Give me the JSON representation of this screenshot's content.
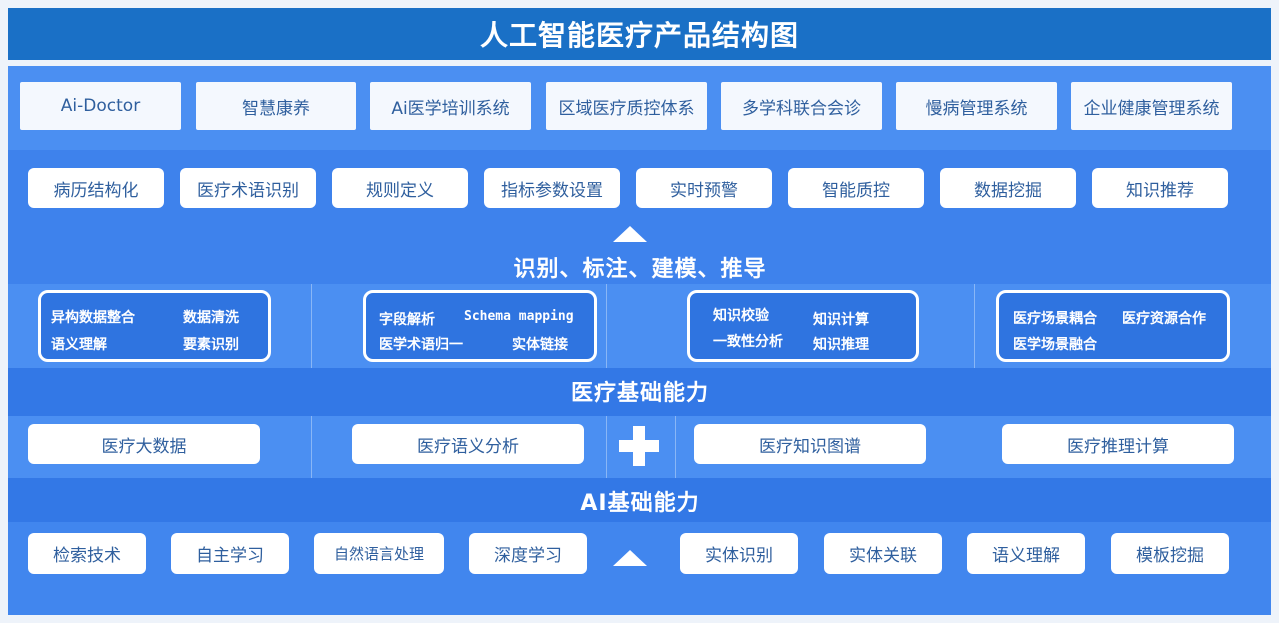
{
  "title": "人工智能医疗产品结构图",
  "products": [
    "Ai-Doctor",
    "智慧康养",
    "Ai医学培训系统",
    "区域医疗质控体系",
    "多学科联合会诊",
    "慢病管理系统",
    "企业健康管理系统"
  ],
  "functions": [
    "病历结构化",
    "医疗术语识别",
    "规则定义",
    "指标参数设置",
    "实时预警",
    "智能质控",
    "数据挖掘",
    "知识推荐"
  ],
  "layer1_heading": "识别、标注、建模、推导",
  "groups": [
    {
      "items": [
        "异构数据整合",
        "数据清洗",
        "语义理解",
        "要素识别"
      ]
    },
    {
      "items": [
        "字段解析",
        "Schema mapping",
        "医学术语归一",
        "实体链接"
      ]
    },
    {
      "items": [
        "知识校验",
        "知识计算",
        "一致性分析",
        "知识推理"
      ]
    },
    {
      "items": [
        "医疗场景耦合",
        "医疗资源合作",
        "医学场景融合"
      ]
    }
  ],
  "layer2_heading": "医疗基础能力",
  "medical": [
    "医疗大数据",
    "医疗语义分析",
    "医疗知识图谱",
    "医疗推理计算"
  ],
  "layer3_heading": "AI基础能力",
  "ai": [
    "检索技术",
    "自主学习",
    "自然语言处理",
    "深度学习",
    "实体识别",
    "实体关联",
    "语义理解",
    "模板挖掘"
  ]
}
